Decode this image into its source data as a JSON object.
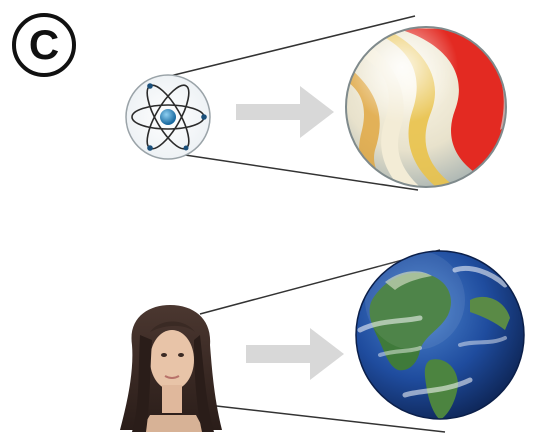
{
  "panel": {
    "label": "C",
    "rows": [
      {
        "small": "atom-icon",
        "large": "marble-image",
        "arrow": "right-arrow-icon"
      },
      {
        "small": "human-head-image",
        "large": "earth-globe-image",
        "arrow": "right-arrow-icon"
      }
    ]
  },
  "colors": {
    "arrow": "#d8d8d8",
    "lines": "#333333",
    "marble_red": "#e32a22",
    "marble_cream": "#f3ecd6",
    "marble_yellow": "#e9c24a",
    "earth_ocean": "#1f4c9e",
    "earth_land": "#3f7a3a",
    "hair": "#3a2a24",
    "skin": "#e8c4a8"
  }
}
